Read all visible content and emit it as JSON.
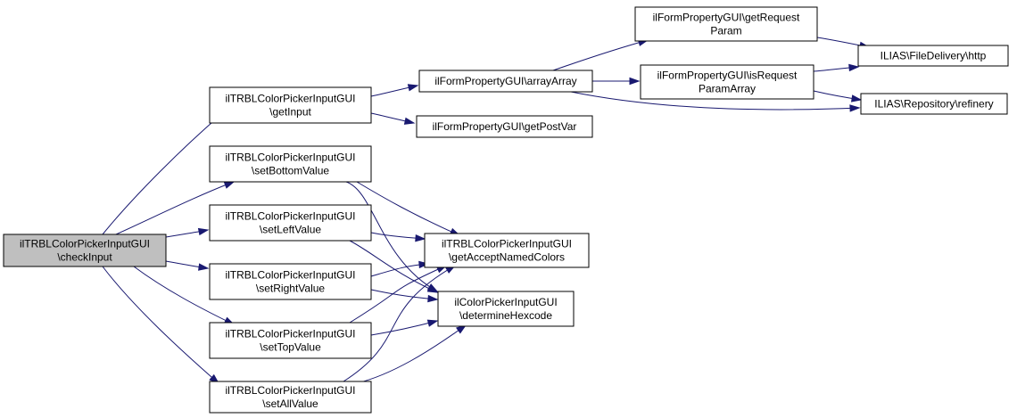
{
  "colors": {
    "edge": "#191970",
    "root_fill": "#bfbfbf",
    "node_fill": "#ffffff",
    "node_border": "#000000"
  },
  "nodes": [
    {
      "id": "n0",
      "lines": [
        "ilTRBLColorPickerInputGUI",
        "\\checkInput"
      ]
    },
    {
      "id": "n1",
      "lines": [
        "ilTRBLColorPickerInputGUI",
        "\\getInput"
      ]
    },
    {
      "id": "n2",
      "lines": [
        "ilTRBLColorPickerInputGUI",
        "\\setBottomValue"
      ]
    },
    {
      "id": "n3",
      "lines": [
        "ilTRBLColorPickerInputGUI",
        "\\setLeftValue"
      ]
    },
    {
      "id": "n4",
      "lines": [
        "ilTRBLColorPickerInputGUI",
        "\\setRightValue"
      ]
    },
    {
      "id": "n5",
      "lines": [
        "ilTRBLColorPickerInputGUI",
        "\\setTopValue"
      ]
    },
    {
      "id": "n6",
      "lines": [
        "ilTRBLColorPickerInputGUI",
        "\\setAllValue"
      ]
    },
    {
      "id": "n7",
      "lines": [
        "ilFormPropertyGUI\\arrayArray"
      ]
    },
    {
      "id": "n8",
      "lines": [
        "ilFormPropertyGUI\\getPostVar"
      ]
    },
    {
      "id": "n9",
      "lines": [
        "ilTRBLColorPickerInputGUI",
        "\\getAcceptNamedColors"
      ]
    },
    {
      "id": "n10",
      "lines": [
        "ilColorPickerInputGUI",
        "\\determineHexcode"
      ]
    },
    {
      "id": "n11",
      "lines": [
        "ilFormPropertyGUI\\getRequest",
        "Param"
      ]
    },
    {
      "id": "n12",
      "lines": [
        "ilFormPropertyGUI\\isRequest",
        "ParamArray"
      ]
    },
    {
      "id": "n13",
      "lines": [
        "ILIAS\\FileDelivery\\http"
      ]
    },
    {
      "id": "n14",
      "lines": [
        "ILIAS\\Repository\\refinery"
      ]
    }
  ],
  "edges": [
    {
      "from": "n0",
      "to": "n1"
    },
    {
      "from": "n0",
      "to": "n2"
    },
    {
      "from": "n0",
      "to": "n3"
    },
    {
      "from": "n0",
      "to": "n4"
    },
    {
      "from": "n0",
      "to": "n5"
    },
    {
      "from": "n0",
      "to": "n6"
    },
    {
      "from": "n1",
      "to": "n7"
    },
    {
      "from": "n1",
      "to": "n8"
    },
    {
      "from": "n7",
      "to": "n11"
    },
    {
      "from": "n7",
      "to": "n12"
    },
    {
      "from": "n7",
      "to": "n14"
    },
    {
      "from": "n11",
      "to": "n13"
    },
    {
      "from": "n12",
      "to": "n13"
    },
    {
      "from": "n12",
      "to": "n14"
    },
    {
      "from": "n2",
      "to": "n9"
    },
    {
      "from": "n2",
      "to": "n10"
    },
    {
      "from": "n3",
      "to": "n9"
    },
    {
      "from": "n3",
      "to": "n10"
    },
    {
      "from": "n4",
      "to": "n9"
    },
    {
      "from": "n4",
      "to": "n10"
    },
    {
      "from": "n5",
      "to": "n9"
    },
    {
      "from": "n5",
      "to": "n10"
    },
    {
      "from": "n6",
      "to": "n9"
    },
    {
      "from": "n6",
      "to": "n10"
    }
  ]
}
